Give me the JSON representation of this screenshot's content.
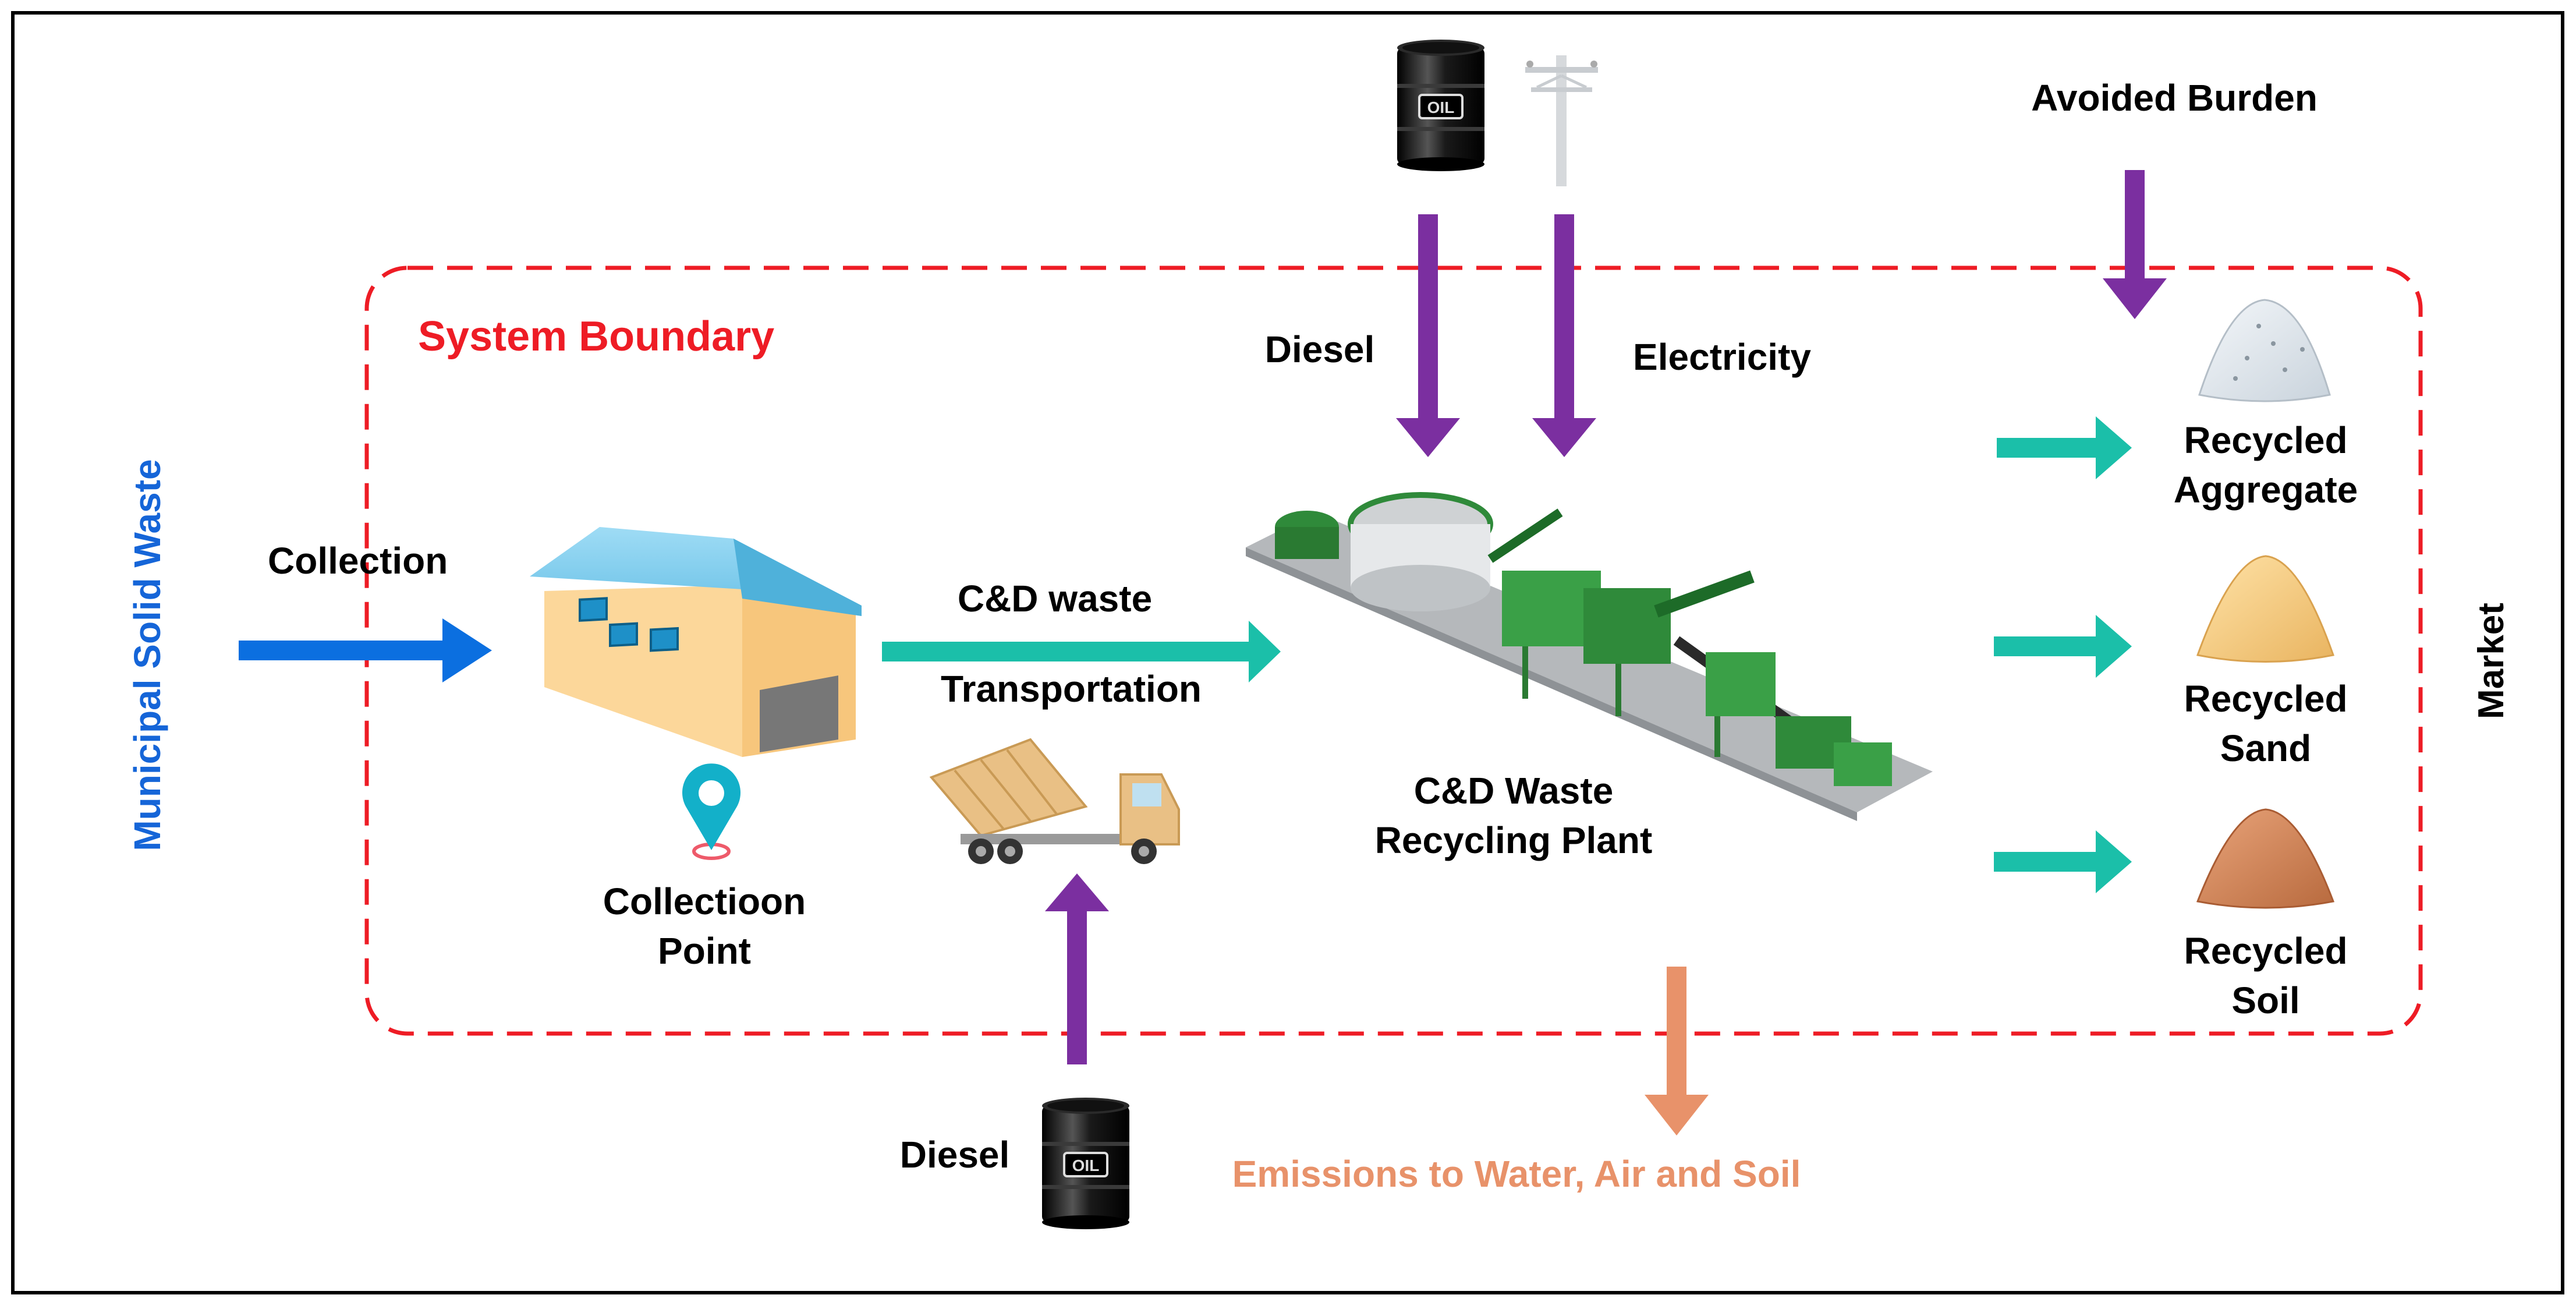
{
  "boundary_label": "System Boundary",
  "input_label": "Municipal Solid Waste",
  "collection_label": "Collection",
  "collection_point_line1": "Collectioon",
  "collection_point_line2": "Point",
  "cd_waste_label": "C&D waste",
  "transportation_label": "Transportation",
  "diesel_plant_label": "Diesel",
  "electricity_label": "Electricity",
  "plant_line1": "C&D Waste",
  "plant_line2": "Recycling Plant",
  "diesel_transport_label": "Diesel",
  "emissions_label": "Emissions to Water, Air and Soil",
  "avoided_burden_label": "Avoided Burden",
  "market_label": "Market",
  "oil_barrel_text": "OIL",
  "products": [
    {
      "line1": "Recycled",
      "line2": "Aggregate"
    },
    {
      "line1": "Recycled",
      "line2": "Sand"
    },
    {
      "line1": "Recycled",
      "line2": "Soil"
    }
  ],
  "colors": {
    "boundary": "#ee1c25",
    "collection_arrow": "#0b6fe0",
    "flow_arrow": "#1bbfa9",
    "energy_arrow": "#7b2fa0",
    "emission_arrow": "#e8926a",
    "input_text": "#1565d8",
    "emission_text": "#e8926a"
  },
  "icons": [
    "oil-barrel-icon",
    "power-pole-icon",
    "warehouse-icon",
    "location-pin-icon",
    "dump-truck-icon",
    "recycling-plant-icon",
    "aggregate-pile-icon",
    "sand-pile-icon",
    "soil-pile-icon"
  ]
}
